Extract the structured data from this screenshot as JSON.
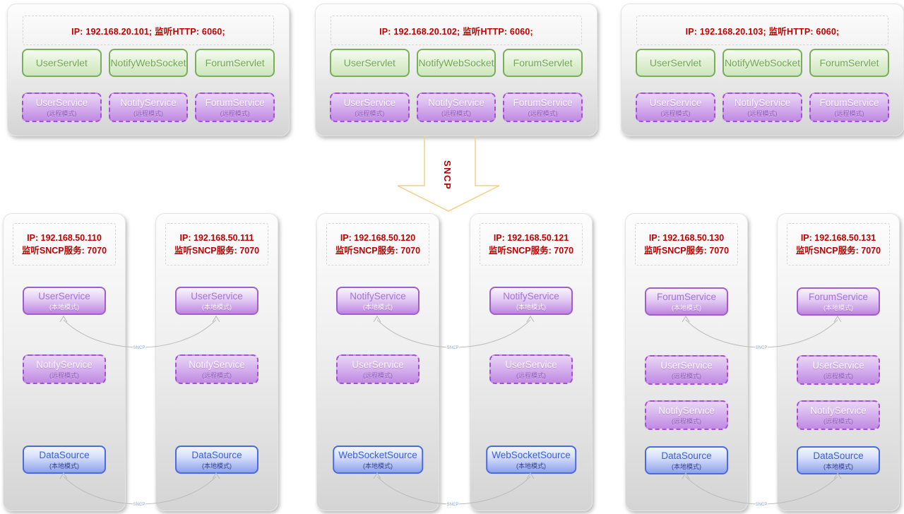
{
  "arrow": {
    "label": "SNCP"
  },
  "connector_label": "SNCP",
  "top_servers": [
    {
      "ip_line": "IP: 192.168.20.101;  监听HTTP: 6060;",
      "servlets": [
        "UserServlet",
        "NotifyWebSocket",
        "ForumServlet"
      ],
      "services": [
        {
          "name": "UserService",
          "mode": "(远程模式)"
        },
        {
          "name": "NotifyService",
          "mode": "(远程模式)"
        },
        {
          "name": "ForumService",
          "mode": "(远程模式)"
        }
      ]
    },
    {
      "ip_line": "IP: 192.168.20.102;  监听HTTP: 6060;",
      "servlets": [
        "UserServlet",
        "NotifyWebSocket",
        "ForumServlet"
      ],
      "services": [
        {
          "name": "UserService",
          "mode": "(远程模式)"
        },
        {
          "name": "NotifyService",
          "mode": "(远程模式)"
        },
        {
          "name": "ForumService",
          "mode": "(远程模式)"
        }
      ]
    },
    {
      "ip_line": "IP: 192.168.20.103;  监听HTTP: 6060;",
      "servlets": [
        "UserServlet",
        "NotifyWebSocket",
        "ForumServlet"
      ],
      "services": [
        {
          "name": "UserService",
          "mode": "(远程模式)"
        },
        {
          "name": "NotifyService",
          "mode": "(远程模式)"
        },
        {
          "name": "ForumService",
          "mode": "(远程模式)"
        }
      ]
    }
  ],
  "sncp_nodes": [
    {
      "ip_line1": "IP: 192.168.50.110",
      "ip_line2": "监听SNCP服务: 7070",
      "services": [
        {
          "name": "UserService",
          "mode": "(本地模式)",
          "type": "local"
        },
        {
          "name": "NotifyService",
          "mode": "(远程模式)",
          "type": "remote"
        },
        {
          "name": "DataSource",
          "mode": "(本地模式)",
          "type": "data"
        }
      ]
    },
    {
      "ip_line1": "IP: 192.168.50.111",
      "ip_line2": "监听SNCP服务: 7070",
      "services": [
        {
          "name": "UserService",
          "mode": "(本地模式)",
          "type": "local"
        },
        {
          "name": "NotifyService",
          "mode": "(远程模式)",
          "type": "remote"
        },
        {
          "name": "DataSource",
          "mode": "(本地模式)",
          "type": "data"
        }
      ]
    },
    {
      "ip_line1": "IP: 192.168.50.120",
      "ip_line2": "监听SNCP服务: 7070",
      "services": [
        {
          "name": "NotifyService",
          "mode": "(本地模式)",
          "type": "local"
        },
        {
          "name": "UserService",
          "mode": "(远程模式)",
          "type": "remote"
        },
        {
          "name": "WebSocketSource",
          "mode": "(本地模式)",
          "type": "data"
        }
      ]
    },
    {
      "ip_line1": "IP: 192.168.50.121",
      "ip_line2": "监听SNCP服务: 7070",
      "services": [
        {
          "name": "NotifyService",
          "mode": "(本地模式)",
          "type": "local"
        },
        {
          "name": "UserService",
          "mode": "(远程模式)",
          "type": "remote"
        },
        {
          "name": "WebSocketSource",
          "mode": "(本地模式)",
          "type": "data"
        }
      ]
    },
    {
      "ip_line1": "IP: 192.168.50.130",
      "ip_line2": "监听SNCP服务: 7070",
      "services": [
        {
          "name": "ForumService",
          "mode": "(本地模式)",
          "type": "local"
        },
        {
          "name": "UserService",
          "mode": "(远程模式)",
          "type": "remote"
        },
        {
          "name": "NotifyService",
          "mode": "(远程模式)",
          "type": "remote"
        },
        {
          "name": "DataSource",
          "mode": "(本地模式)",
          "type": "data"
        }
      ]
    },
    {
      "ip_line1": "IP: 192.168.50.131",
      "ip_line2": "监听SNCP服务: 7070",
      "services": [
        {
          "name": "ForumService",
          "mode": "(本地模式)",
          "type": "local"
        },
        {
          "name": "UserService",
          "mode": "(远程模式)",
          "type": "remote"
        },
        {
          "name": "NotifyService",
          "mode": "(远程模式)",
          "type": "remote"
        },
        {
          "name": "DataSource",
          "mode": "(本地模式)",
          "type": "data"
        }
      ]
    }
  ],
  "colors": {
    "accent_red": "#c00000",
    "green": "#79ae5a",
    "purple": "#9e5fcc",
    "blue": "#4a6adf",
    "arrow_outline": "#f2cf87",
    "connector_gray": "#b8b8b8",
    "connector_label_blue": "#8fa9d9"
  }
}
